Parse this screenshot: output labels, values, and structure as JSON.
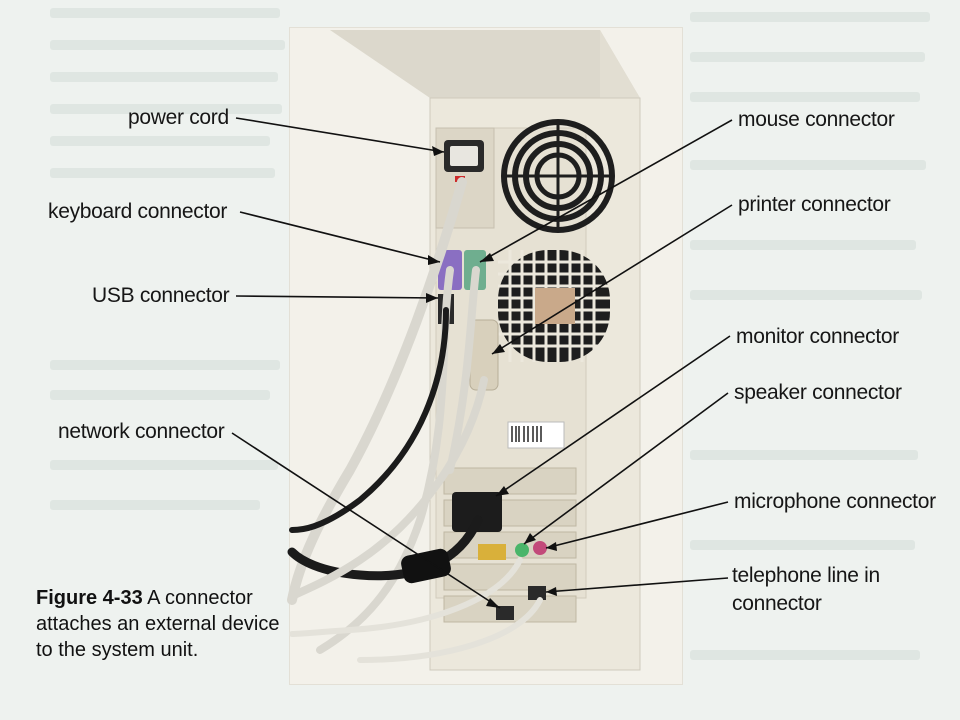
{
  "labels": {
    "left": {
      "power_cord": "power cord",
      "keyboard_connector": "keyboard connector",
      "usb_connector": "USB connector",
      "network_connector": "network connector"
    },
    "right": {
      "mouse_connector": "mouse connector",
      "printer_connector": "printer connector",
      "monitor_connector": "monitor connector",
      "speaker_connector": "speaker connector",
      "microphone_connector": "microphone connector",
      "telephone_line_in_line1": "telephone line in",
      "telephone_line_in_line2": "connector"
    }
  },
  "caption": {
    "figure_number": "Figure 4-33",
    "text_line1": " A connector",
    "text_line2": "attaches an external device",
    "text_line3": "to the system unit."
  },
  "colors": {
    "page_background": "#eef2ef",
    "case_beige": "#ece8dc",
    "keyboard_port": "#8a6fc2",
    "mouse_port": "#6fae8f",
    "speaker_jack": "#4ab56a",
    "microphone_jack": "#c24a7a",
    "cable_black": "#1b1b1b",
    "cable_grey": "#d9d7cf"
  }
}
